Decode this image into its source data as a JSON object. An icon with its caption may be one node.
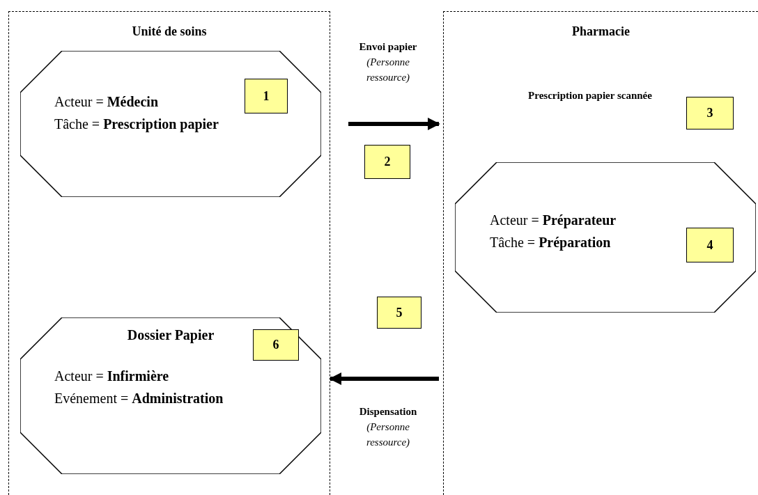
{
  "diagram": {
    "nodes": [
      {
        "text": [
          "Unité de soins"
        ]
      },
      {
        "text": [
          "Acteur = **Médecin**",
          "Tâche = **Prescription papier**"
        ],
        "in": 0
      },
      {
        "text": [
          "1"
        ],
        "in": 1
      },
      {
        "text": [
          "Pharmacie"
        ]
      },
      {
        "text": [
          "3"
        ],
        "in": 3
      },
      {
        "text": [
          "Acteur = **Préparateur**",
          "Tâche = **Préparation**"
        ],
        "in": 3
      },
      {
        "text": [
          "4"
        ],
        "in": 5
      },
      {
        "text": [
          "Dossier Papier",
          "Acteur = **Infirmière**",
          "Evénement = **Administration**"
        ],
        "in": 0
      },
      {
        "text": [
          "6"
        ],
        "in": 7
      },
      {
        "text": [
          "2"
        ]
      },
      {
        "text": [
          "5"
        ]
      }
    ],
    "edges": [
      {
        "from": null,
        "to": 3,
        "arrow": "to",
        "label": "Envoi papier *(Personne ressource)*"
      },
      {
        "from": 3,
        "to": 0,
        "arrow": "to",
        "label": "Dispensation *(Personne ressource)*"
      }
    ],
    "labels": [
      "Prescription papier scannée"
    ]
  }
}
